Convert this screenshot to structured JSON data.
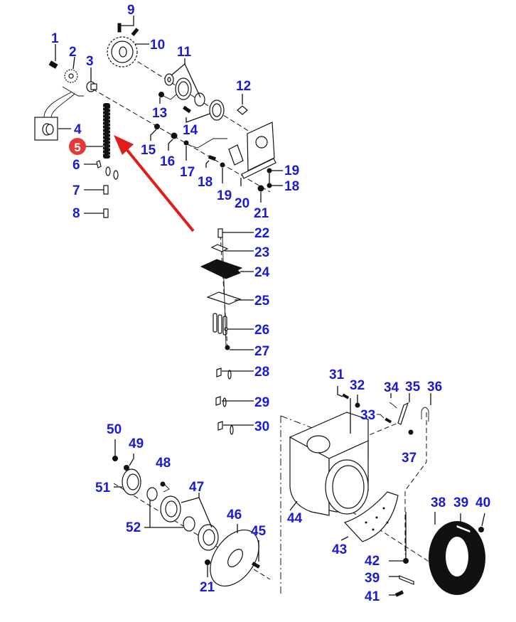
{
  "diagram": {
    "type": "exploded-parts-diagram",
    "highlight": {
      "part": "5",
      "badge_color": "#e53935",
      "badge_text_color": "#ffffff",
      "arrow_color": "#e21b1b"
    },
    "label_color": "#1a1ad6",
    "callouts": [
      {
        "id": "1",
        "text": "1"
      },
      {
        "id": "2",
        "text": "2"
      },
      {
        "id": "3",
        "text": "3"
      },
      {
        "id": "4",
        "text": "4"
      },
      {
        "id": "5",
        "text": "5"
      },
      {
        "id": "6",
        "text": "6"
      },
      {
        "id": "7",
        "text": "7"
      },
      {
        "id": "8",
        "text": "8"
      },
      {
        "id": "9",
        "text": "9"
      },
      {
        "id": "10",
        "text": "10"
      },
      {
        "id": "11",
        "text": "11"
      },
      {
        "id": "12",
        "text": "12"
      },
      {
        "id": "13",
        "text": "13"
      },
      {
        "id": "14",
        "text": "14"
      },
      {
        "id": "15",
        "text": "15"
      },
      {
        "id": "16",
        "text": "16"
      },
      {
        "id": "17",
        "text": "17"
      },
      {
        "id": "18a",
        "text": "18"
      },
      {
        "id": "19a",
        "text": "19"
      },
      {
        "id": "19b",
        "text": "19"
      },
      {
        "id": "18b",
        "text": "18"
      },
      {
        "id": "20",
        "text": "20"
      },
      {
        "id": "21a",
        "text": "21"
      },
      {
        "id": "22",
        "text": "22"
      },
      {
        "id": "23",
        "text": "23"
      },
      {
        "id": "24",
        "text": "24"
      },
      {
        "id": "25",
        "text": "25"
      },
      {
        "id": "26",
        "text": "26"
      },
      {
        "id": "27",
        "text": "27"
      },
      {
        "id": "28",
        "text": "28"
      },
      {
        "id": "29",
        "text": "29"
      },
      {
        "id": "30",
        "text": "30"
      },
      {
        "id": "31",
        "text": "31"
      },
      {
        "id": "32",
        "text": "32"
      },
      {
        "id": "33",
        "text": "33"
      },
      {
        "id": "34",
        "text": "34"
      },
      {
        "id": "35",
        "text": "35"
      },
      {
        "id": "36",
        "text": "36"
      },
      {
        "id": "37",
        "text": "37"
      },
      {
        "id": "38",
        "text": "38"
      },
      {
        "id": "39a",
        "text": "39"
      },
      {
        "id": "40",
        "text": "40"
      },
      {
        "id": "39b",
        "text": "39"
      },
      {
        "id": "41",
        "text": "41"
      },
      {
        "id": "42",
        "text": "42"
      },
      {
        "id": "43",
        "text": "43"
      },
      {
        "id": "44",
        "text": "44"
      },
      {
        "id": "45",
        "text": "45"
      },
      {
        "id": "46",
        "text": "46"
      },
      {
        "id": "47",
        "text": "47"
      },
      {
        "id": "48",
        "text": "48"
      },
      {
        "id": "49",
        "text": "49"
      },
      {
        "id": "50",
        "text": "50"
      },
      {
        "id": "51",
        "text": "51"
      },
      {
        "id": "52",
        "text": "52"
      },
      {
        "id": "21b",
        "text": "21"
      }
    ]
  }
}
